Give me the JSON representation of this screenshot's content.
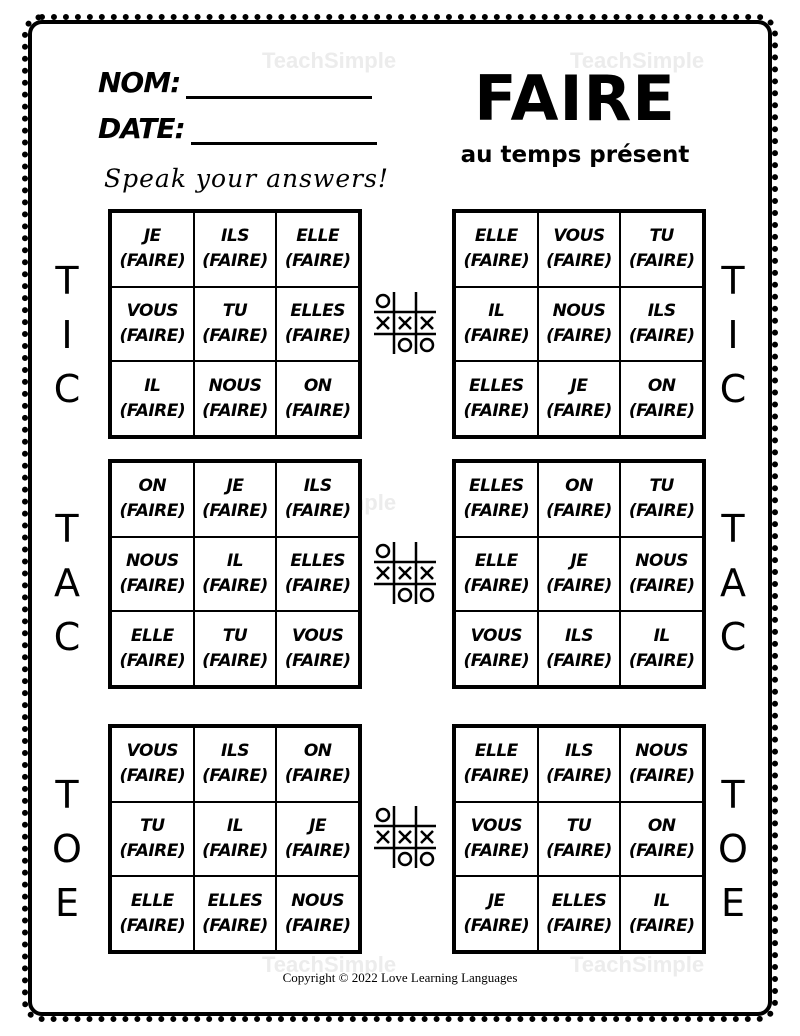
{
  "header": {
    "nom_label": "NOM:",
    "date_label": "DATE:",
    "title": "FAIRE",
    "subtitle": "au temps présent",
    "instruction": "Speak your answers!"
  },
  "watermark": "TeachSimple",
  "side_labels": {
    "tic": [
      "T",
      "I",
      "C"
    ],
    "tac": [
      "T",
      "A",
      "C"
    ],
    "toe": [
      "T",
      "O",
      "E"
    ]
  },
  "verb_cue": "(FAIRE)",
  "boards": [
    {
      "name": "board-1",
      "pronouns": [
        "JE",
        "ILS",
        "ELLE",
        "VOUS",
        "TU",
        "ELLES",
        "IL",
        "NOUS",
        "ON"
      ]
    },
    {
      "name": "board-2",
      "pronouns": [
        "ELLE",
        "VOUS",
        "TU",
        "IL",
        "NOUS",
        "ILS",
        "ELLES",
        "JE",
        "ON"
      ]
    },
    {
      "name": "board-3",
      "pronouns": [
        "ON",
        "JE",
        "ILS",
        "NOUS",
        "IL",
        "ELLES",
        "ELLE",
        "TU",
        "VOUS"
      ]
    },
    {
      "name": "board-4",
      "pronouns": [
        "ELLES",
        "ON",
        "TU",
        "ELLE",
        "JE",
        "NOUS",
        "VOUS",
        "ILS",
        "IL"
      ]
    },
    {
      "name": "board-5",
      "pronouns": [
        "VOUS",
        "ILS",
        "ON",
        "TU",
        "IL",
        "JE",
        "ELLE",
        "ELLES",
        "NOUS"
      ]
    },
    {
      "name": "board-6",
      "pronouns": [
        "ELLE",
        "ILS",
        "NOUS",
        "VOUS",
        "TU",
        "ON",
        "JE",
        "ELLES",
        "IL"
      ]
    }
  ],
  "footer": {
    "copyright": "Copyright © 2022 Love Learning Languages"
  },
  "colors": {
    "ink": "#000000",
    "paper": "#ffffff",
    "watermark": "#ececec"
  },
  "icons": [
    "tic-tac-toe-icon"
  ]
}
